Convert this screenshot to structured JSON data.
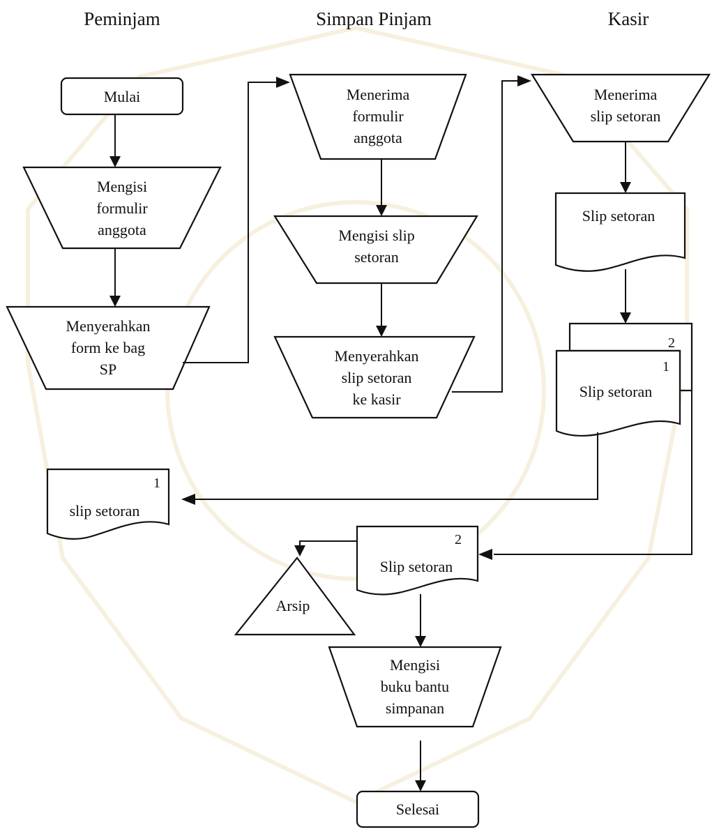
{
  "lanes": {
    "peminjam": "Peminjam",
    "simpan_pinjam": "Simpan Pinjam",
    "kasir": "Kasir"
  },
  "nodes": {
    "mulai": "Mulai",
    "mengisi_formulir": [
      "Mengisi",
      "formulir",
      "anggota"
    ],
    "menyerahkan_form": [
      "Menyerahkan",
      "form ke bag",
      "SP"
    ],
    "menerima_formulir": [
      "Menerima",
      "formulir",
      "anggota"
    ],
    "mengisi_slip": [
      "Mengisi slip",
      "setoran"
    ],
    "menyerahkan_slip": [
      "Menyerahkan",
      "slip setoran",
      "ke kasir"
    ],
    "menerima_slip": [
      "Menerima",
      "slip setoran"
    ],
    "slip_setoran_doc": "Slip setoran",
    "multi_doc": {
      "label": "Slip setoran",
      "back_number": "2",
      "front_number": "1"
    },
    "peminjam_doc": {
      "number": "1",
      "label": "slip setoran"
    },
    "sp_doc": {
      "number": "2",
      "label": "Slip setoran"
    },
    "arsip": "Arsip",
    "mengisi_buku": [
      "Mengisi",
      "buku bantu",
      "simpanan"
    ],
    "selesai": "Selesai"
  }
}
